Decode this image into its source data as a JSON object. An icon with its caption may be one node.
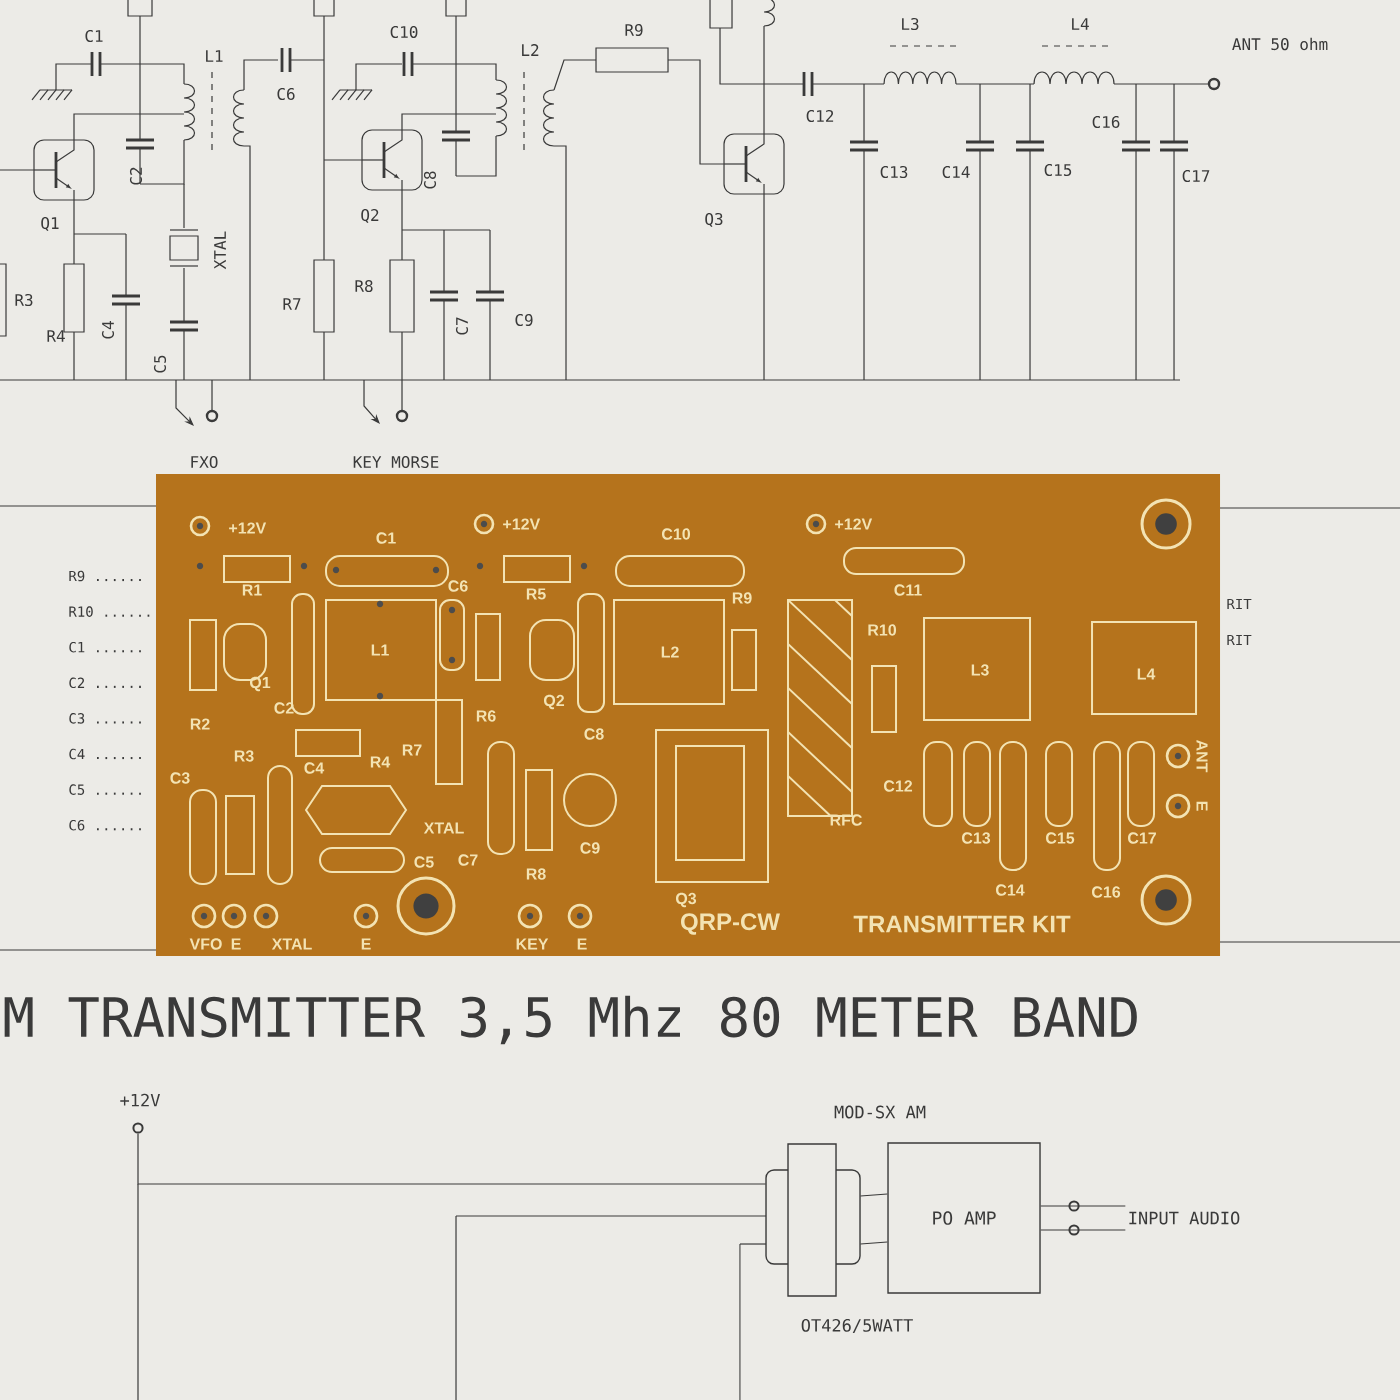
{
  "diagram": {
    "title": "M TRANSMITTER 3,5 Mhz 80 METER BAND",
    "nodes": [
      {
        "text": [
          "+12V"
        ]
      },
      {
        "text": [],
        "shape": "box",
        "beside": [
          "OT426/5WATT"
        ]
      },
      {
        "text": [
          "PO AMP"
        ]
      },
      {
        "text": [
          "INPUT AUDIO"
        ]
      }
    ],
    "edges": [
      {
        "from": 0,
        "to": 1,
        "arrow": "none"
      },
      {
        "from": 1,
        "to": 2,
        "arrow": "none"
      },
      {
        "from": 1,
        "to": 2,
        "arrow": "none"
      },
      {
        "from": 2,
        "to": 3,
        "arrow": "none"
      },
      {
        "from": 2,
        "to": 3,
        "arrow": "none"
      }
    ],
    "labels": [
      "C1",
      "L1",
      "C6",
      "C10",
      "L2",
      "R9",
      "Q1",
      "C2",
      "XTAL",
      "Q2",
      "C8",
      "R3",
      "R4",
      "C4",
      "C5",
      "R7",
      "R8",
      "C7",
      "C9",
      "FXO",
      "KEY MORSE",
      "L3",
      "L4",
      "ANT 50 ohm",
      "C12",
      "Q3",
      "C13",
      "C14",
      "C15",
      "C16",
      "C17",
      "R9 ......",
      "R10 ......",
      "C1 ......",
      "C2 ......",
      "C3 ......",
      "C4 ......",
      "C5 ......",
      "C6 ......",
      "RIT",
      "RIT",
      "+12V",
      "R1",
      "C1",
      "+12V",
      "R5",
      "C10",
      "C6",
      "L1",
      "Q1",
      "C2",
      "R2",
      "R6",
      "Q2",
      "C8",
      "L2",
      "R9",
      "+12V",
      "C11",
      "R10",
      "L3",
      "L4",
      "R3",
      "C4",
      "R4",
      "R7",
      "C3",
      "XTAL",
      "C5",
      "C7",
      "C9",
      "R8",
      "Q3",
      "C12",
      "RFC",
      "ANT",
      "E",
      "C13",
      "C15",
      "C17",
      "C14",
      "C16",
      "VFO",
      "E",
      "XTAL",
      "E",
      "KEY",
      "E",
      "QRP-CW",
      "TRANSMITTER KIT",
      "MOD-SX AM"
    ]
  }
}
